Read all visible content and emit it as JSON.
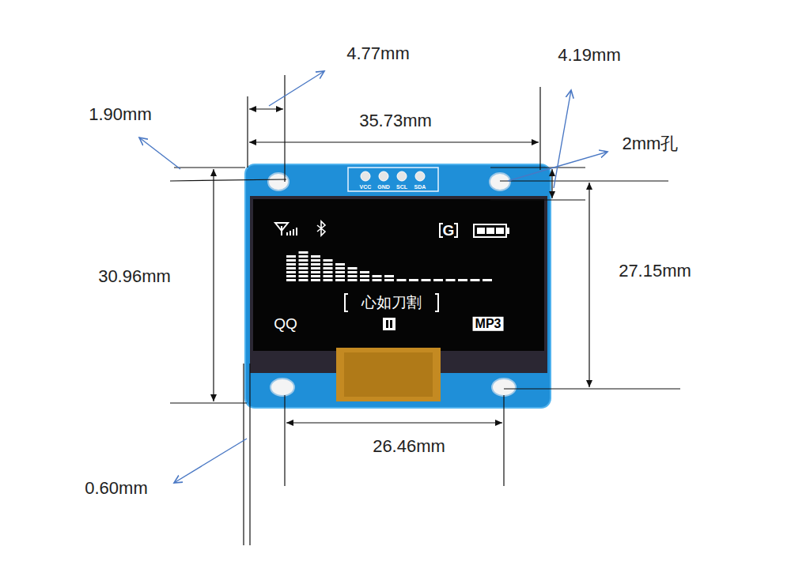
{
  "diagram": {
    "labels": [
      "4.77mm",
      "4.19mm",
      "1.90mm",
      "35.73mm",
      "2mm孔",
      "30.96mm",
      "27.15mm",
      "26.46mm",
      "0.60mm",
      "VCC",
      "GND",
      "SCL",
      "SDA",
      "G",
      "心如刀割",
      "QQ",
      "MP3"
    ]
  }
}
